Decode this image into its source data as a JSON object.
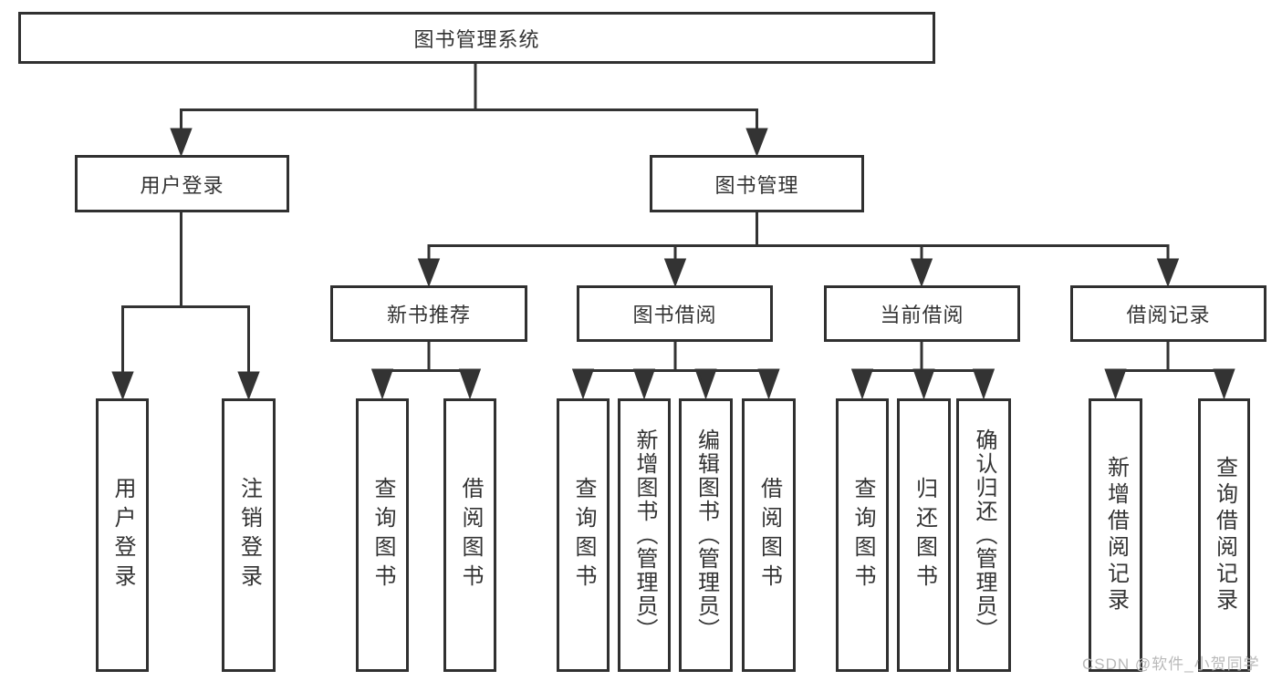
{
  "diagram": {
    "root": {
      "label": "图书管理系统"
    },
    "branches": [
      {
        "label": "用户登录",
        "children": [
          {
            "label": "用户登录"
          },
          {
            "label": "注销登录"
          }
        ]
      },
      {
        "label": "图书管理",
        "children": [
          {
            "label": "新书推荐",
            "children": [
              {
                "label": "查询图书"
              },
              {
                "label": "借阅图书"
              }
            ]
          },
          {
            "label": "图书借阅",
            "children": [
              {
                "label": "查询图书"
              },
              {
                "label": "新增图书（管理员）"
              },
              {
                "label": "编辑图书（管理员）"
              },
              {
                "label": "借阅图书"
              }
            ]
          },
          {
            "label": "当前借阅",
            "children": [
              {
                "label": "查询图书"
              },
              {
                "label": "归还图书"
              },
              {
                "label": "确认归还（管理员）"
              }
            ]
          },
          {
            "label": "借阅记录",
            "children": [
              {
                "label": "新增借阅记录"
              },
              {
                "label": "查询借阅记录"
              }
            ]
          }
        ]
      }
    ]
  },
  "watermark": {
    "text": "CSDN @软件_小贺同学"
  },
  "colors": {
    "line": "#333333",
    "box_border": "#303030",
    "text": "#333333",
    "background": "#ffffff",
    "watermark": "#b9b9b9"
  }
}
